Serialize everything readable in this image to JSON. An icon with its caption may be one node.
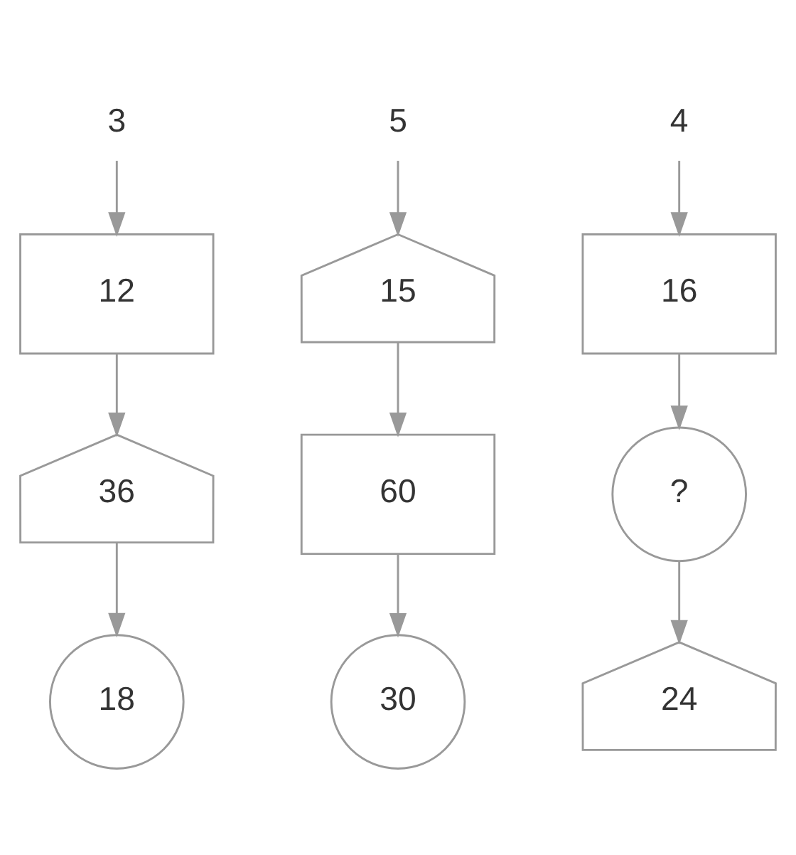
{
  "diagram": {
    "nodes": [
      {
        "text": [
          "3"
        ]
      },
      {
        "text": [
          "5"
        ]
      },
      {
        "text": [
          "4"
        ]
      },
      {
        "text": [
          "12"
        ]
      },
      {
        "text": [
          "15"
        ]
      },
      {
        "text": [
          "16"
        ]
      },
      {
        "text": [
          "36"
        ]
      },
      {
        "text": [
          "60"
        ]
      },
      {
        "text": [
          "?"
        ]
      },
      {
        "text": [
          "18"
        ]
      },
      {
        "text": [
          "30"
        ]
      },
      {
        "text": [
          "24"
        ]
      }
    ],
    "edges": [
      {
        "from": 0,
        "to": 3,
        "arrow": "to"
      },
      {
        "from": 3,
        "to": 6,
        "arrow": "to"
      },
      {
        "from": 6,
        "to": 9,
        "arrow": "to"
      },
      {
        "from": 1,
        "to": 4,
        "arrow": "to"
      },
      {
        "from": 4,
        "to": 7,
        "arrow": "to"
      },
      {
        "from": 7,
        "to": 10,
        "arrow": "to"
      },
      {
        "from": 2,
        "to": 5,
        "arrow": "to"
      },
      {
        "from": 5,
        "to": 8,
        "arrow": "to"
      },
      {
        "from": 8,
        "to": 11,
        "arrow": "to"
      }
    ]
  }
}
